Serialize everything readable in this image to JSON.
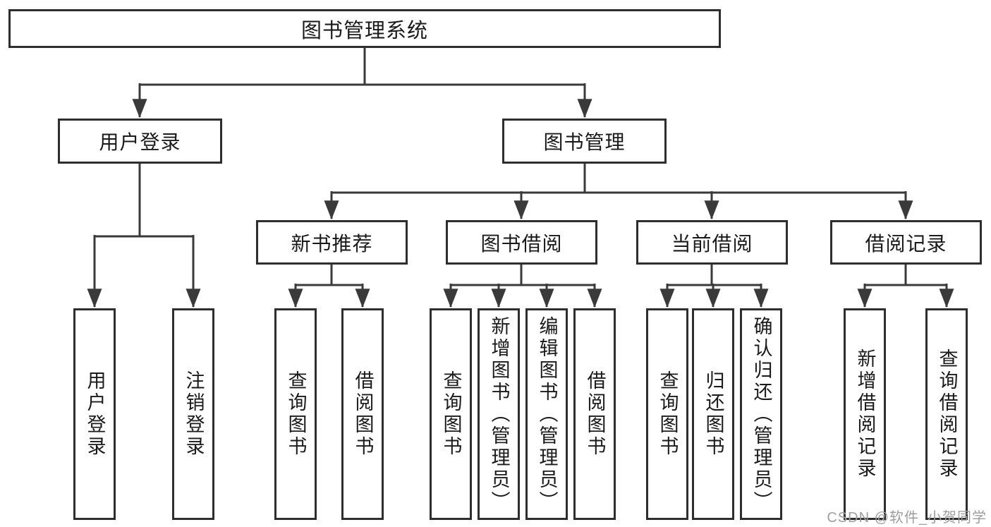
{
  "colors": {
    "background": "#ffffff",
    "line": "#3a3a3a",
    "box_border": "#2e2e2e",
    "text": "#1a1a1a",
    "watermark": "#9e9e9e"
  },
  "watermark": {
    "text": "CSDN @软件_小贺同学"
  },
  "tree": {
    "root": {
      "label": "图书管理系统",
      "children": [
        {
          "label": "用户登录",
          "children": [
            {
              "label": "用户登录"
            },
            {
              "label": "注销登录"
            }
          ]
        },
        {
          "label": "图书管理",
          "children": [
            {
              "label": "新书推荐",
              "children": [
                {
                  "label": "查询图书"
                },
                {
                  "label": "借阅图书"
                }
              ]
            },
            {
              "label": "图书借阅",
              "children": [
                {
                  "label": "查询图书"
                },
                {
                  "label": "新增图书（管理员）"
                },
                {
                  "label": "编辑图书（管理员）"
                },
                {
                  "label": "借阅图书"
                }
              ]
            },
            {
              "label": "当前借阅",
              "children": [
                {
                  "label": "查询图书"
                },
                {
                  "label": "归还图书"
                },
                {
                  "label": "确认归还（管理员）"
                }
              ]
            },
            {
              "label": "借阅记录",
              "children": [
                {
                  "label": "新增借阅记录"
                },
                {
                  "label": "查询借阅记录"
                }
              ]
            }
          ]
        }
      ]
    }
  }
}
